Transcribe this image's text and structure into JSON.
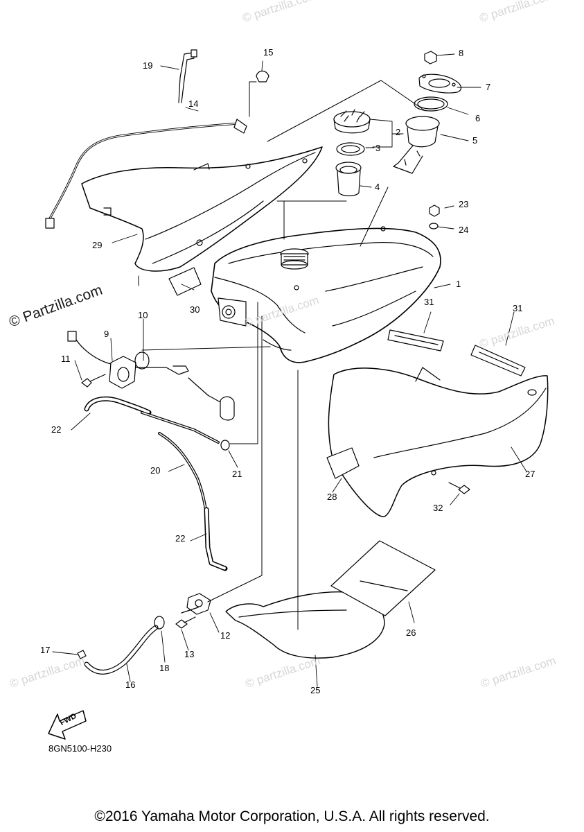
{
  "watermark": {
    "text": "© Partzilla.com",
    "text_lower": "© partzilla.com"
  },
  "callouts": [
    {
      "id": "1",
      "label": "1"
    },
    {
      "id": "2",
      "label": "2"
    },
    {
      "id": "3",
      "label": "3"
    },
    {
      "id": "4",
      "label": "4"
    },
    {
      "id": "5",
      "label": "5"
    },
    {
      "id": "6",
      "label": "6"
    },
    {
      "id": "7",
      "label": "7"
    },
    {
      "id": "8",
      "label": "8"
    },
    {
      "id": "9",
      "label": "9"
    },
    {
      "id": "10",
      "label": "10"
    },
    {
      "id": "11",
      "label": "11"
    },
    {
      "id": "12",
      "label": "12"
    },
    {
      "id": "13",
      "label": "13"
    },
    {
      "id": "14",
      "label": "14"
    },
    {
      "id": "15",
      "label": "15"
    },
    {
      "id": "16",
      "label": "16"
    },
    {
      "id": "17",
      "label": "17"
    },
    {
      "id": "18",
      "label": "18"
    },
    {
      "id": "19",
      "label": "19"
    },
    {
      "id": "20",
      "label": "20"
    },
    {
      "id": "21",
      "label": "21"
    },
    {
      "id": "22a",
      "label": "22"
    },
    {
      "id": "22b",
      "label": "22"
    },
    {
      "id": "23",
      "label": "23"
    },
    {
      "id": "24",
      "label": "24"
    },
    {
      "id": "25",
      "label": "25"
    },
    {
      "id": "26",
      "label": "26"
    },
    {
      "id": "27",
      "label": "27"
    },
    {
      "id": "28",
      "label": "28"
    },
    {
      "id": "29",
      "label": "29"
    },
    {
      "id": "30",
      "label": "30"
    },
    {
      "id": "31a",
      "label": "31"
    },
    {
      "id": "31b",
      "label": "31"
    },
    {
      "id": "32",
      "label": "32"
    }
  ],
  "fwd_label": "FWD",
  "figure_code": "8GN5100-H230",
  "copyright": "©2016 Yamaha Motor Corporation, U.S.A. All rights reserved."
}
